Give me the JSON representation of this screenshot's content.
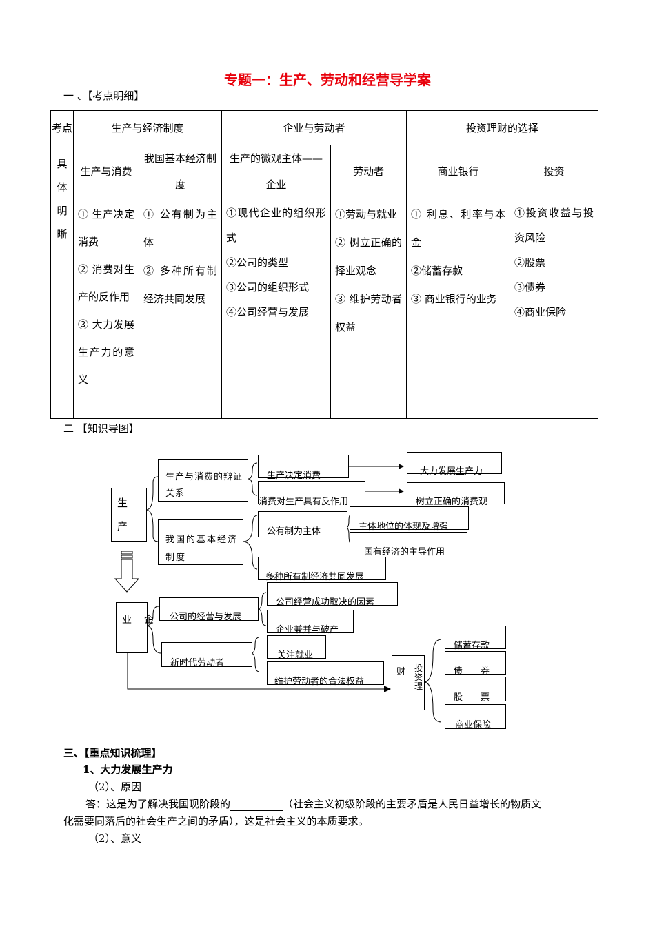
{
  "title": "专题一：生产、劳动和经营导学案",
  "section1": "一 、【考点明细】",
  "table": {
    "corner": "考点",
    "header": [
      "生产与经济制度",
      "企业与劳动者",
      "投资理财的选择"
    ],
    "row_label": "具体明晰",
    "sub": [
      "生产与消费",
      "我国基本经济制度",
      "生产的微观主体——企业",
      "劳动者",
      "商业银行",
      "投资"
    ],
    "cells": [
      [
        "① 生产决定消费",
        "② 消费对生产的反作用",
        "③ 大力发展生产力的意义"
      ],
      [
        "① 公有制为主体",
        "② 多种所有制经济共同发展"
      ],
      [
        "①现代企业的组织形式",
        "②公司的类型",
        "③公司的组织形式",
        "④公司经营与发展"
      ],
      [
        "①劳动与就业",
        "② 树立正确的择业观念",
        "③ 维护劳动者权益"
      ],
      [
        "① 利息、利率与本金",
        "②储蓄存款",
        "③ 商业银行的业务"
      ],
      [
        "①投资收益与投资风险",
        "②股票",
        "③债券",
        "④商业保险"
      ]
    ]
  },
  "section2": "二 【知识导图】",
  "diagram": {
    "sheng_chan": [
      "生",
      "产"
    ],
    "dialectic": "生产与消费的辩证关系",
    "basic_system": "我国的基本经济制度",
    "p1": "生产决定消费",
    "p2": "消费对生产具有反作用",
    "p3": "大力发展生产力",
    "p4": "树立正确的消费观",
    "p5": "公有制为主体",
    "p6": "主体地位的体现及增强",
    "p7": "国有经济的主导作用",
    "p8": "多种所有制经济共同发展",
    "qiye": [
      "业",
      "企"
    ],
    "q1": "公司的经营与发展",
    "q2": "公司经营成功取决的因素",
    "q3": "企业兼并与破产",
    "q4": "新时代劳动者",
    "q5": "关注就业",
    "q6": "维护劳动者的合法权益",
    "licai": [
      "财",
      "投资理"
    ],
    "f1": "储蓄存款",
    "f2": "债　　券",
    "f3": "股　　票",
    "f4": "商业保险"
  },
  "section3": "三、【重点知识梳理】",
  "h1": "1、大力发展生产力",
  "s1": "（2）、原因",
  "answer_prefix": "答：这是为了解决我国现阶段的",
  "answer_rest": "（社会主义初级阶段的主要矛盾是人民日益增长的物质文化需要同落后的社会生产之间的矛盾），这是社会主义的本质要求。",
  "answer_line1_end": "（社会主义初级阶段的主要矛盾是人民日益增长的物质文",
  "answer_line2": "化需要同落后的社会生产之间的矛盾），这是社会主义的本质要求。",
  "s2": "（2）、意义"
}
